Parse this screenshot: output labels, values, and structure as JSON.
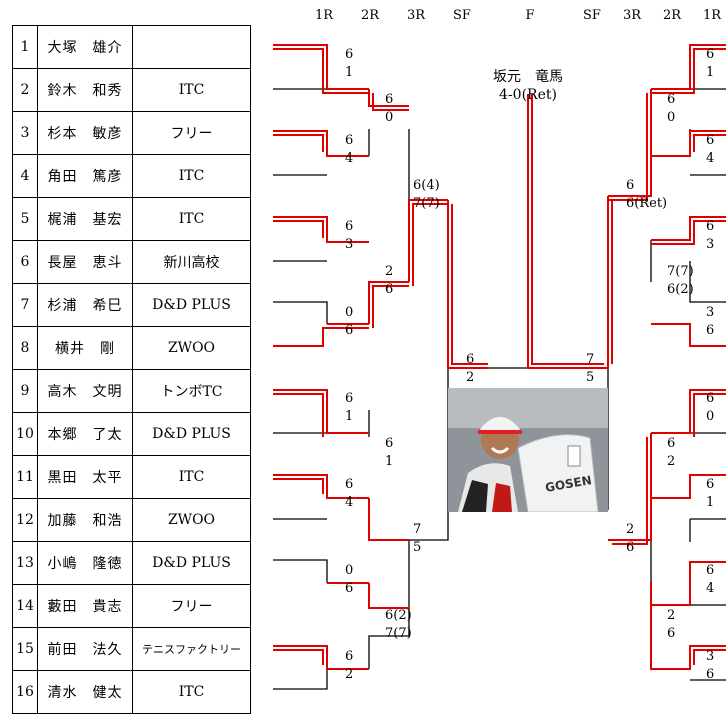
{
  "headers": {
    "left": [
      "1R",
      "2R",
      "3R",
      "SF"
    ],
    "final": "F",
    "right": [
      "SF",
      "3R",
      "2R",
      "1R"
    ]
  },
  "players": [
    {
      "no": "1",
      "name": "大塚　雄介",
      "club": ""
    },
    {
      "no": "2",
      "name": "鈴木　和秀",
      "club": "ITC"
    },
    {
      "no": "3",
      "name": "杉本　敏彦",
      "club": "フリー"
    },
    {
      "no": "4",
      "name": "角田　篤彦",
      "club": "ITC"
    },
    {
      "no": "5",
      "name": "梶浦　基宏",
      "club": "ITC"
    },
    {
      "no": "6",
      "name": "長屋　恵斗",
      "club": "新川高校"
    },
    {
      "no": "7",
      "name": "杉浦　希巳",
      "club": "D&D PLUS"
    },
    {
      "no": "8",
      "name": "横井　剛",
      "club": "ZWOO"
    },
    {
      "no": "9",
      "name": "高木　文明",
      "club": "トンボTC"
    },
    {
      "no": "10",
      "name": "本郷　了太",
      "club": "D&D PLUS"
    },
    {
      "no": "11",
      "name": "黒田　太平",
      "club": "ITC"
    },
    {
      "no": "12",
      "name": "加藤　和浩",
      "club": "ZWOO"
    },
    {
      "no": "13",
      "name": "小嶋　隆徳",
      "club": "D&D PLUS"
    },
    {
      "no": "14",
      "name": "藪田　貴志",
      "club": "フリー"
    },
    {
      "no": "15",
      "name": "前田　法久",
      "club": "テニスファクトリー"
    },
    {
      "no": "16",
      "name": "清水　健太",
      "club": "ITC"
    }
  ],
  "champion": {
    "name": "坂元　竜馬",
    "result": "4-0(Ret)"
  },
  "scores": {
    "l1": [
      [
        "6",
        "1"
      ],
      [
        "6",
        "4"
      ],
      [
        "6",
        "3"
      ],
      [
        "0",
        "6"
      ],
      [
        "6",
        "1"
      ],
      [
        "6",
        "4"
      ],
      [
        "0",
        "6"
      ],
      [
        "6",
        "2"
      ]
    ],
    "l2": [
      [
        "6",
        "0"
      ],
      [
        "2",
        "6"
      ],
      [
        "6",
        "1"
      ],
      [
        "6(2)",
        "7(7)"
      ]
    ],
    "l3": [
      [
        "6(4)",
        "7(7)"
      ],
      [
        "7",
        "5"
      ]
    ],
    "lsf": [
      "6",
      "2"
    ],
    "final": [
      "7",
      "5"
    ],
    "r1": [
      [
        "6",
        "1"
      ],
      [
        "6",
        "4"
      ],
      [
        "6",
        "3"
      ],
      [
        "3",
        "6"
      ],
      [
        "6",
        "0"
      ],
      [
        "6",
        "1"
      ],
      [
        "6",
        "4"
      ],
      [
        "3",
        "6"
      ]
    ],
    "r2": [
      [
        "6",
        "0"
      ],
      [
        "7(7)",
        "6(2)"
      ],
      [
        "6",
        "2"
      ],
      [
        "2",
        "6"
      ]
    ],
    "r3": [
      [
        "6",
        "6(Ret)"
      ],
      [
        "2",
        "6"
      ]
    ]
  },
  "colors": {
    "win_line": "#e00000",
    "line": "#000000"
  }
}
